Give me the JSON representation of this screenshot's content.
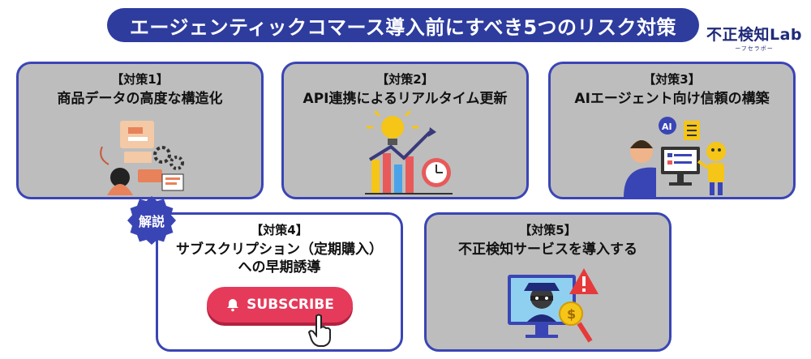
{
  "header": {
    "title": "エージェンティックコマース導入前にすべき5つのリスク対策"
  },
  "logo": {
    "main": "不正検知Lab",
    "sub": "ーフセラボー"
  },
  "cards": [
    {
      "label": "【対策1】",
      "title": "商品データの高度な構造化"
    },
    {
      "label": "【対策2】",
      "title": "API連携によるリアルタイム更新"
    },
    {
      "label": "【対策3】",
      "title": "AIエージェント向け信頼の構築"
    },
    {
      "label": "【対策4】",
      "title": "サブスクリプション（定期購入）\nへの早期誘導"
    },
    {
      "label": "【対策5】",
      "title": "不正検知サービスを導入する"
    }
  ],
  "badge": {
    "label": "解説"
  },
  "subscribe": {
    "label": "SUBSCRIBE"
  },
  "icons": {
    "card1": "structured-data-illustration",
    "card2": "growth-chart-lightbulb-clock-illustration",
    "card3": "person-ai-robot-illustration",
    "card4": "subscribe-button-with-cursor",
    "card5": "hacker-warning-coin-illustration"
  },
  "colors": {
    "accent": "#2e3c9e",
    "border": "#3a45b5",
    "card_bg": "#bdbdbd",
    "subscribe": "#e63a5a"
  }
}
